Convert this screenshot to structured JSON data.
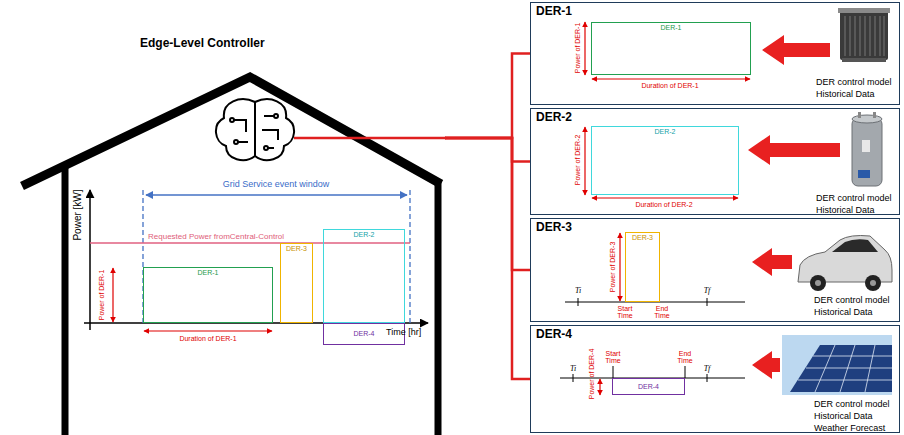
{
  "diagram": {
    "nodes": [
      {
        "text": [
          "Edge-Level Controller"
        ]
      },
      {
        "text": [
          "DER-1"
        ],
        "in": 0
      },
      {
        "text": [
          "DER-3"
        ],
        "in": 0
      },
      {
        "text": [
          "DER-2"
        ],
        "in": 0
      },
      {
        "text": [
          "DER-4"
        ],
        "in": 0
      },
      {
        "text": [
          "DER-1",
          "DER control model",
          "Historical Data"
        ]
      },
      {
        "text": [
          "DER-1"
        ],
        "in": 5
      },
      {
        "text": [
          "DER-2",
          "DER control model",
          "Historical Data"
        ]
      },
      {
        "text": [
          "DER-2"
        ],
        "in": 7
      },
      {
        "text": [
          "DER-3",
          "DER control model",
          "Historical Data"
        ]
      },
      {
        "text": [
          "DER-3"
        ],
        "in": 9
      },
      {
        "text": [
          "DER-4",
          "DER control model",
          "Historical Data",
          "Weather Forecast"
        ]
      },
      {
        "text": [
          "DER-4"
        ],
        "in": 11
      }
    ],
    "edges": [
      {
        "from": 0,
        "to": 5,
        "arrow": "none"
      },
      {
        "from": 0,
        "to": 7,
        "arrow": "none"
      },
      {
        "from": 0,
        "to": 9,
        "arrow": "none"
      },
      {
        "from": 0,
        "to": 11,
        "arrow": "none"
      }
    ],
    "labels": [
      "Power [kW]",
      "Time [hr]",
      "Grid Service event window",
      "Requested Power fromCentral-Control",
      "Power of DER-1",
      "Duration of DER-1",
      "Power of DER-1",
      "Duration of DER-1",
      "Power of DER-2",
      "Duration of DER-2",
      "Power of DER-3",
      "Ti",
      "Start Time",
      "End Time",
      "Tf",
      "Power of DER-4",
      "Start Time",
      "End Time",
      "Ti",
      "Tf"
    ]
  }
}
